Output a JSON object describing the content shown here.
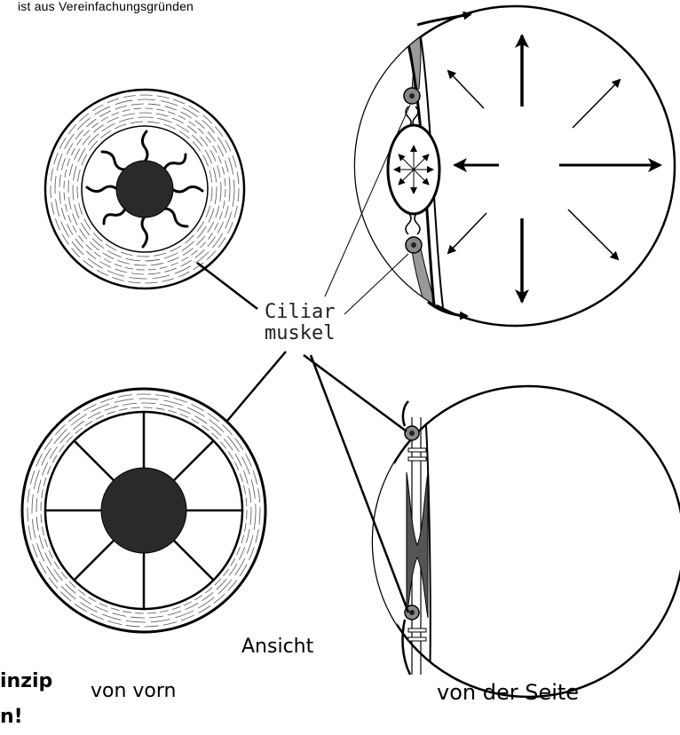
{
  "texts": {
    "top_note": "ist aus Vereinfachungsgründen",
    "ciliar_line1": "Ciliar",
    "ciliar_line2": "muskel",
    "ansicht": "Ansicht",
    "von_vorn": "von vorn",
    "von_der_seite": "von der Seite",
    "prinzip_line1": "inzip",
    "prinzip_line2": "n!"
  },
  "colors": {
    "ink": "#000000",
    "lens_dark": "#2a2a2a",
    "lens_grey": "#9a9a9a",
    "paper": "#ffffff"
  },
  "icons": [
    "eye-front-relaxed",
    "eye-front-tensed",
    "eye-side-relaxed",
    "eye-side-accommodated",
    "arrow"
  ]
}
